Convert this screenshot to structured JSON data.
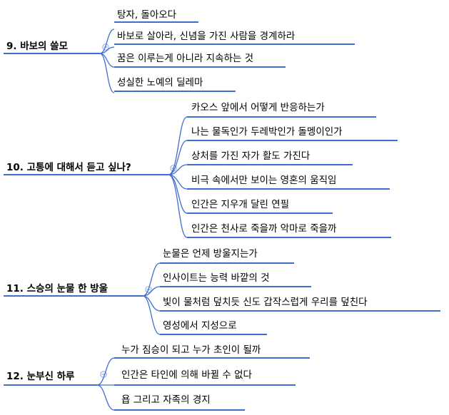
{
  "sections": [
    {
      "title": "9. 바보의 쓸모",
      "items": [
        "탕자, 돌아오다",
        "바보로 살아라, 신념을 가진 사람을 경계하라",
        "꿈은 이루는게 아니라 지속하는 것",
        "성실한 노예의 딜레마"
      ]
    },
    {
      "title": "10. 고통에 대해서 듣고 싶나?",
      "items": [
        "카오스 앞에서 어떻게 반응하는가",
        "나는 물독인가 두레박인가 돌멩이인가",
        "상처를 가진 자가 활도 가진다",
        "비극 속에서만 보이는 영혼의 움직임",
        "인간은 지우개 달린 연필",
        "인간은 천사로 죽을까 악마로 죽을까"
      ]
    },
    {
      "title": "11. 스승의 눈물 한 방울",
      "items": [
        "눈물은 언제 방울지는가",
        "인사이트는 능력 바깥의 것",
        "빛이 물처럼 덮치듯 신도 갑작스럽게 우리를 덮친다",
        "영성에서 지성으로"
      ]
    },
    {
      "title": "12. 눈부신 하루",
      "items": [
        "누가 짐승이 되고 누가 초인이 될까",
        "인간은 타인에 의해 바뀔 수 없다",
        "욥 그리고 자족의 경지"
      ]
    }
  ]
}
